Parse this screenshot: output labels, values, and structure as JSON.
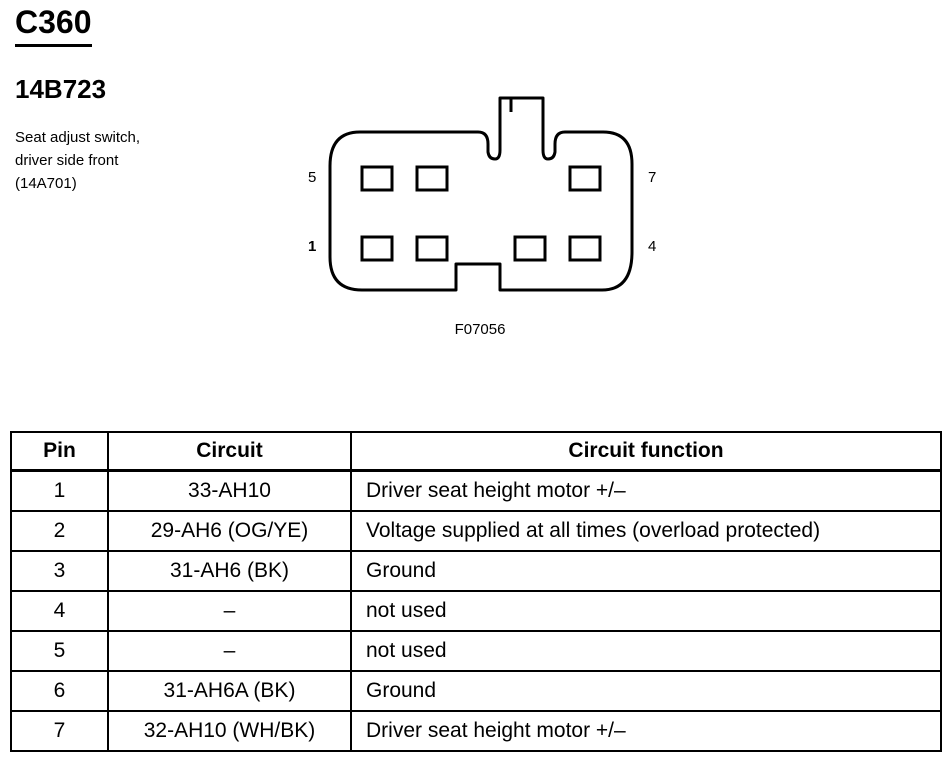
{
  "connector": {
    "id": "C360",
    "part_number": "14B723",
    "description_lines": [
      "Seat adjust switch,",
      "driver side front",
      "(14A701)"
    ]
  },
  "diagram": {
    "figure_code": "F07056",
    "pin_labels": {
      "top_left": "5",
      "top_right": "7",
      "bottom_left": "1",
      "bottom_right": "4"
    }
  },
  "table": {
    "headers": {
      "pin": "Pin",
      "circuit": "Circuit",
      "function": "Circuit function"
    },
    "rows": [
      {
        "pin": "1",
        "circuit": "33-AH10",
        "function": "Driver seat height motor +/–"
      },
      {
        "pin": "2",
        "circuit": "29-AH6 (OG/YE)",
        "function": "Voltage supplied at all times (overload protected)"
      },
      {
        "pin": "3",
        "circuit": "31-AH6 (BK)",
        "function": "Ground"
      },
      {
        "pin": "4",
        "circuit": "–",
        "function": "not used"
      },
      {
        "pin": "5",
        "circuit": "–",
        "function": "not used"
      },
      {
        "pin": "6",
        "circuit": "31-AH6A (BK)",
        "function": "Ground"
      },
      {
        "pin": "7",
        "circuit": "32-AH10 (WH/BK)",
        "function": "Driver seat height motor +/–"
      }
    ]
  }
}
